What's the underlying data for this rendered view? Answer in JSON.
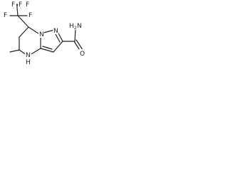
{
  "molecule": {
    "atoms": {
      "f_top_left": "F",
      "f_top_mid": "F",
      "f_top_right": "F",
      "f_side_left": "F",
      "f_side_right": "F",
      "hydrazide_h": "H",
      "hydrazide_n": "N",
      "ring_n_left": "N",
      "ring_n_right": "N",
      "nh_h": "H",
      "nh_n": "N",
      "oxygen": "O"
    },
    "subscripts": {
      "h2": "2"
    },
    "colors": {
      "bond": "#222222",
      "text": "#222222",
      "background": "#ffffff"
    }
  }
}
